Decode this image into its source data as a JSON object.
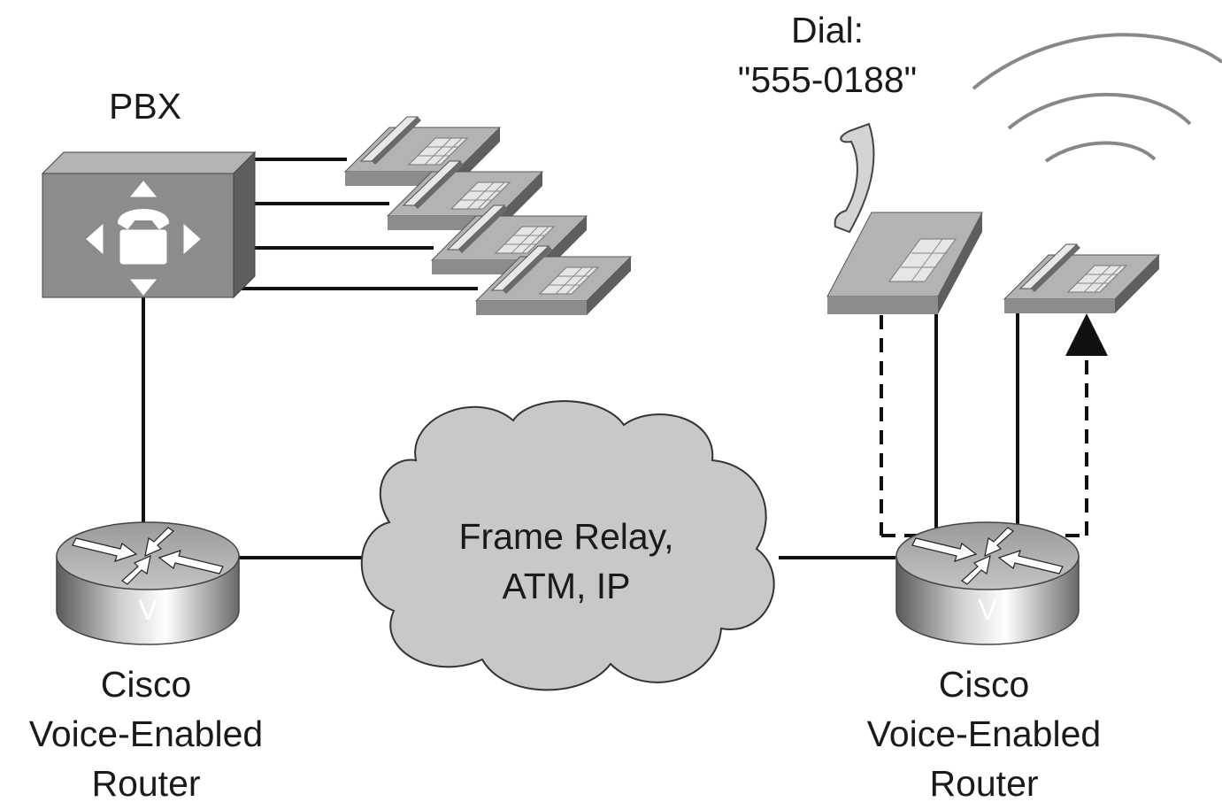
{
  "pbx": {
    "label": "PBX"
  },
  "dial": {
    "label": "Dial:",
    "number": "\"555-0188\""
  },
  "cloud": {
    "line1": "Frame Relay,",
    "line2": "ATM, IP"
  },
  "router_left": {
    "line1": "Cisco",
    "line2": "Voice-Enabled",
    "line3": "Router",
    "badge": "V"
  },
  "router_right": {
    "line1": "Cisco",
    "line2": "Voice-Enabled",
    "line3": "Router",
    "badge": "V"
  },
  "colors": {
    "device_face": "#8c8c8c",
    "device_top": "#b3b3b3",
    "device_side": "#5e5e5e",
    "cloud": "#c8c8c8",
    "line": "#111111",
    "signal": "#888888"
  }
}
